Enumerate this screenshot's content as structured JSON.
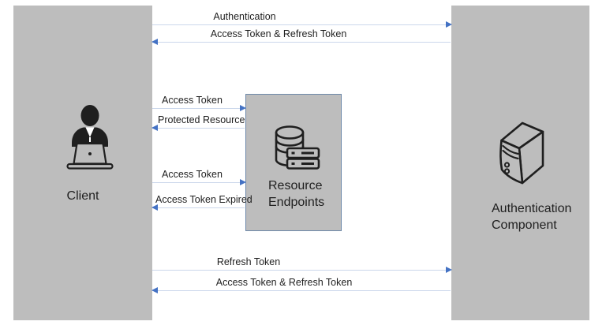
{
  "nodes": {
    "client": {
      "label": "Client"
    },
    "resource": {
      "line1": "Resource",
      "line2": "Endpoints"
    },
    "auth": {
      "line1": "Authentication",
      "line2": "Component"
    }
  },
  "arrows": [
    {
      "label": "Authentication",
      "direction": "right",
      "from": "client",
      "to": "auth"
    },
    {
      "label": "Access Token & Refresh Token",
      "direction": "left",
      "from": "auth",
      "to": "client"
    },
    {
      "label": "Access Token",
      "direction": "right",
      "from": "client",
      "to": "resource"
    },
    {
      "label": "Protected Resource",
      "direction": "left",
      "from": "resource",
      "to": "client"
    },
    {
      "label": "Access Token",
      "direction": "right",
      "from": "client",
      "to": "resource"
    },
    {
      "label": "Access Token Expired",
      "direction": "left",
      "from": "resource",
      "to": "client"
    },
    {
      "label": "Refresh Token",
      "direction": "right",
      "from": "client",
      "to": "auth"
    },
    {
      "label": "Access Token & Refresh Token",
      "direction": "left",
      "from": "auth",
      "to": "client"
    }
  ],
  "icons": {
    "client": "person-at-laptop-icon",
    "resource": "database-server-icon",
    "auth": "server-tower-icon"
  },
  "colors": {
    "box-fill": "#BDBDBD",
    "box-border": "#6D88A9",
    "arrow-line": "#CBD7EB",
    "arrow-head": "#4472C4",
    "ink": "#1F1F1F"
  }
}
